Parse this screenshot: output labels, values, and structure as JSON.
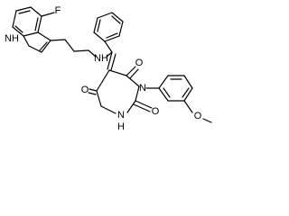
{
  "molecule": {
    "atoms": {
      "f": "F",
      "nh_indole": "NH",
      "nh_amine": "NH",
      "o_top_right": "O",
      "n_imide": "N",
      "o_methoxy": "O",
      "o_left": "O",
      "nh_imide": "N",
      "h_imide": "H",
      "o_bottom": "O"
    }
  },
  "colors": {
    "bond": "#000000",
    "label": "#000000",
    "background": "#ffffff"
  }
}
